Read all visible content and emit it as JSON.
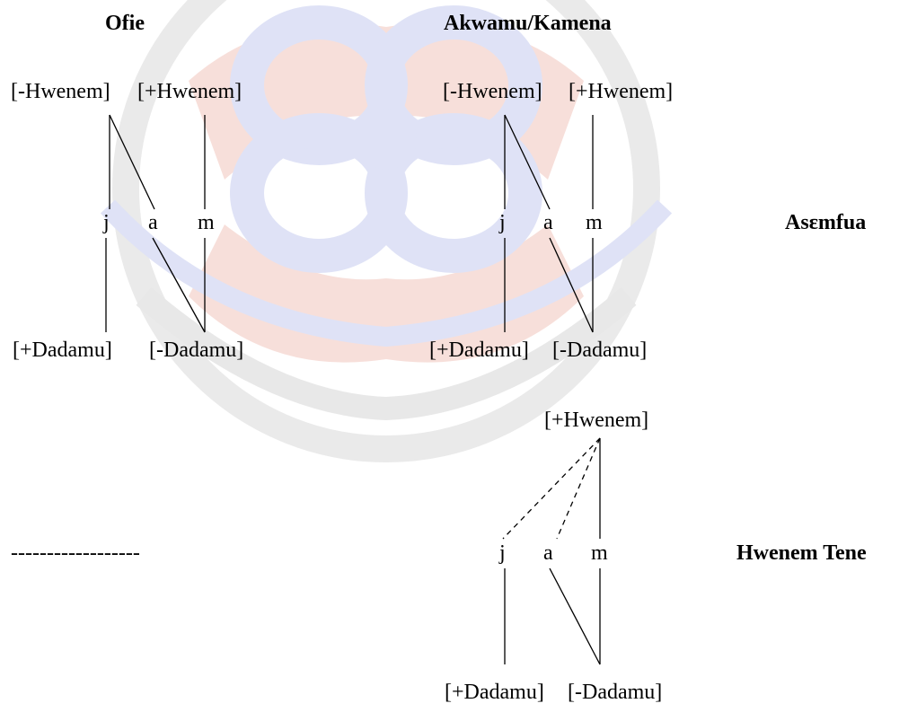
{
  "headings": {
    "left": "Ofie",
    "middle": "Akwamu/Kamena"
  },
  "row_labels": {
    "first": "Asɛmfua",
    "second": "Hwenem Tene"
  },
  "diagrams": {
    "ofie": {
      "top_minus": "[-Hwenem]",
      "top_plus": "[+Hwenem]",
      "seg_j": "j",
      "seg_a": "a",
      "seg_m": "m",
      "bottom_plus": "[+Dadamu]",
      "bottom_minus": "[-Dadamu]"
    },
    "akwamu": {
      "top_minus": "[-Hwenem]",
      "top_plus": "[+Hwenem]",
      "seg_j": "j",
      "seg_a": "a",
      "seg_m": "m",
      "bottom_plus": "[+Dadamu]",
      "bottom_minus": "[-Dadamu]"
    },
    "hwenem": {
      "top_plus": "[+Hwenem]",
      "seg_j": "j",
      "seg_a": "a",
      "seg_m": "m",
      "bottom_plus": "[+Dadamu]",
      "bottom_minus": "[-Dadamu]"
    }
  },
  "empty_cell": "------------------",
  "colors": {
    "text": "#000000",
    "watermark_blue": "#c9cff0",
    "watermark_red": "#f4c9c0",
    "watermark_gray": "#e4e4e4"
  }
}
